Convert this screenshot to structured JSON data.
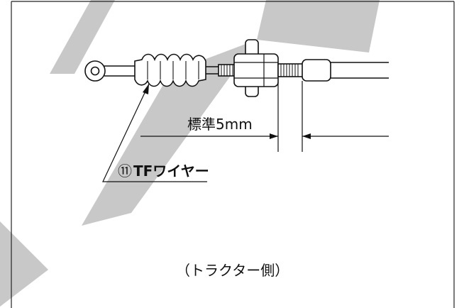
{
  "callout": {
    "number": "⑪",
    "name": "TFワイヤー"
  },
  "dimension": {
    "label": "標準5mm"
  },
  "caption": "（トラクター側）",
  "colors": {
    "watermark": "#c8c8c8",
    "ink": "#111111",
    "frame": "#222222"
  }
}
